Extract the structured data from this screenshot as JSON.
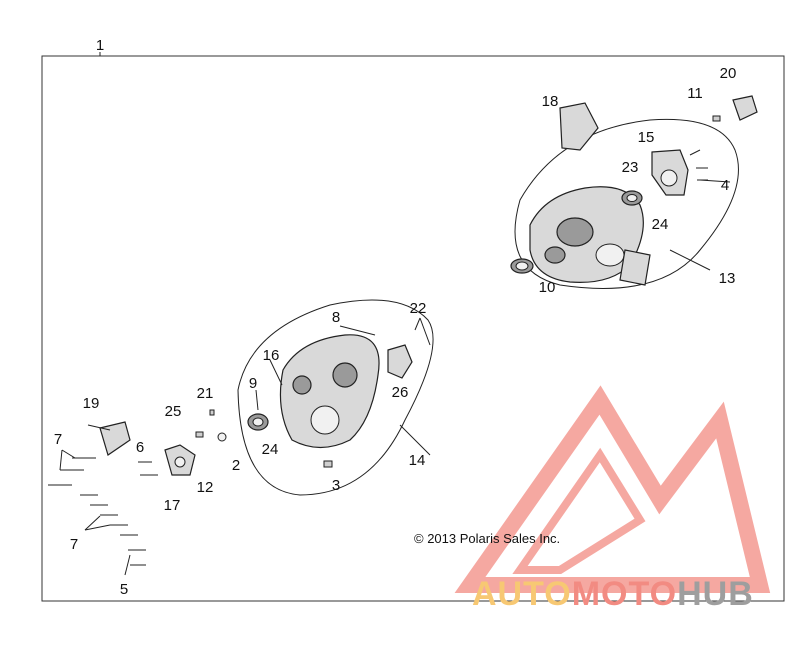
{
  "diagram": {
    "callouts": [
      "1",
      "2",
      "3",
      "4",
      "5",
      "6",
      "7",
      "7",
      "8",
      "9",
      "10",
      "11",
      "12",
      "13",
      "14",
      "15",
      "16",
      "17",
      "18",
      "19",
      "20",
      "21",
      "22",
      "23",
      "24",
      "24",
      "25",
      "26"
    ],
    "copyright": "© 2013 Polaris Sales Inc.",
    "watermark": {
      "word_1": "AUTO",
      "word_2": "MOTO",
      "word_3": "HUB",
      "colors": {
        "auto": "#f7c873",
        "moto": "#f28b82",
        "hub": "#9e9e9e",
        "logo": "#f28b82"
      }
    }
  }
}
